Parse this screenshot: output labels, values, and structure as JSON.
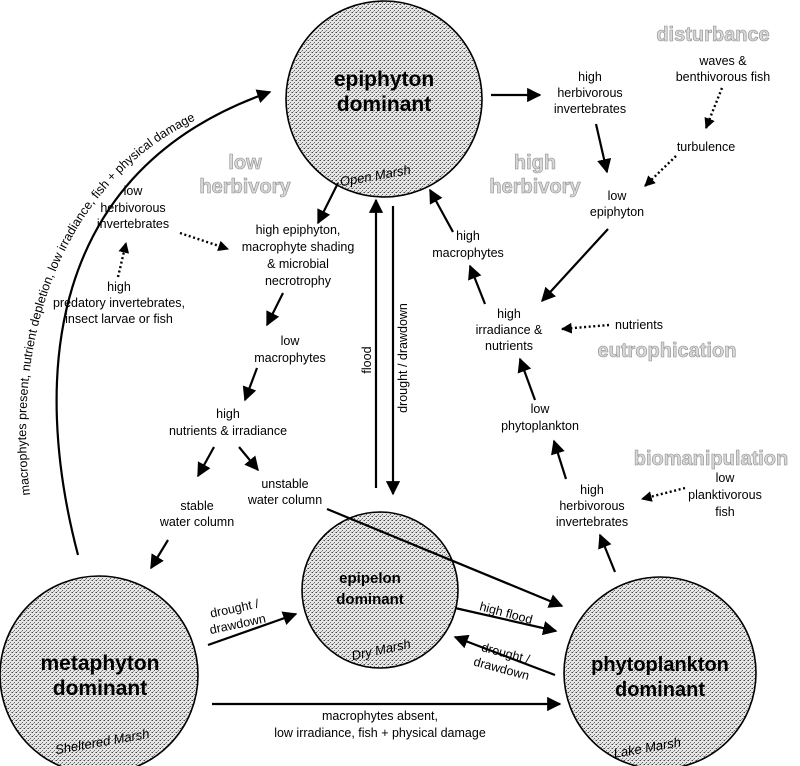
{
  "states": {
    "epiphyton": {
      "line1": "epiphyton",
      "line2": "dominant",
      "marsh": "Open Marsh"
    },
    "epipelon": {
      "line1": "epipelon",
      "line2": "dominant",
      "marsh": "Dry Marsh"
    },
    "metaphyton": {
      "line1": "metaphyton",
      "line2": "dominant",
      "marsh": "Sheltered Marsh"
    },
    "phytoplankton": {
      "line1": "phytoplankton",
      "line2": "dominant",
      "marsh": "Lake Marsh"
    }
  },
  "zones": {
    "disturbance": "disturbance",
    "low_herbivory": [
      "low",
      "herbivory"
    ],
    "high_herbivory": [
      "high",
      "herbivory"
    ],
    "eutrophication": "eutrophication",
    "biomanipulation": "biomanipulation"
  },
  "labels": {
    "high_herb_invert_top": [
      "high",
      "herbivorous",
      "invertebrates"
    ],
    "waves": [
      "waves &",
      "benthivorous fish"
    ],
    "turbulence": "turbulence",
    "low_epiphyton": [
      "low",
      "epiphyton"
    ],
    "high_macrophytes": [
      "high",
      "macrophytes"
    ],
    "nutrients": "nutrients",
    "high_irradiance_nutrients": [
      "high",
      "irradiance &",
      "nutrients"
    ],
    "low_phytoplankton": [
      "low",
      "phytoplankton"
    ],
    "high_herb_invert_bottom": [
      "high",
      "herbivorous",
      "invertebrates"
    ],
    "low_planktivorous": [
      "low",
      "planktivorous",
      "fish"
    ],
    "low_herb_invert": [
      "low",
      "herbivorous",
      "invertebrates"
    ],
    "high_predatory": [
      "high",
      "predatory invertebrates,",
      "insect larvae or fish"
    ],
    "high_epiphyton_shading": [
      "high epiphyton,",
      "macrophyte shading",
      "& microbial",
      "necrotrophy"
    ],
    "low_macrophytes": [
      "low",
      "macrophytes"
    ],
    "high_nutrients_irradiance": [
      "high",
      "nutrients & irradiance"
    ],
    "stable_water": [
      "stable",
      "water column"
    ],
    "unstable_water": [
      "unstable",
      "water column"
    ],
    "flood": "flood",
    "drought_drawdown": "drought / drawdown",
    "drought_drawdown_left": [
      "drought /",
      "drawdown"
    ],
    "high_flood": "high flood",
    "drought_drawdown_right": [
      "drought /",
      "drawdown"
    ],
    "macrophytes_absent": [
      "macrophytes absent,",
      "low irradiance, fish + physical damage"
    ],
    "curve_label": "macrophytes present, nutrient depletion, low irradiance, fish + physical damage"
  }
}
